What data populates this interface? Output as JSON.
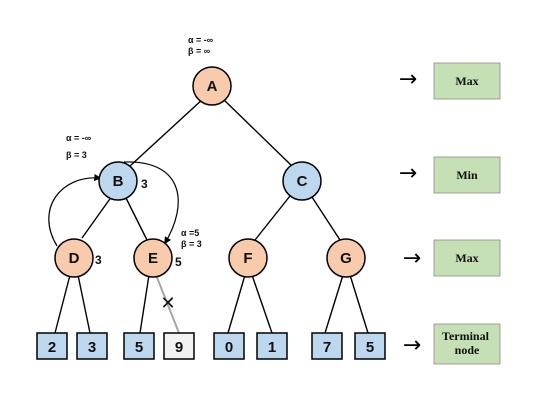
{
  "colors": {
    "max_node": "#f8cbad",
    "min_node": "#bdd7ee",
    "leaf_fill": "#bdd7ee",
    "pruned_leaf_fill": "#f2f2f2",
    "legend_box": "#c5e0b4",
    "pruned_edge": "#a6a6a6"
  },
  "root": {
    "name": "A",
    "alpha": "α = -∞",
    "beta": "β = ∞"
  },
  "min_nodes": [
    {
      "name": "B",
      "value": "3",
      "alpha": "α = -∞",
      "beta": "β = 3"
    },
    {
      "name": "C",
      "value": ""
    }
  ],
  "max_nodes": [
    {
      "name": "D",
      "value": "3"
    },
    {
      "name": "E",
      "value": "5",
      "alpha": "α =5",
      "beta": "β = 3"
    },
    {
      "name": "F",
      "value": ""
    },
    {
      "name": "G",
      "value": ""
    }
  ],
  "leaves": [
    "2",
    "3",
    "5",
    "9",
    "0",
    "1",
    "7",
    "5"
  ],
  "pruned": {
    "leaf_index": 3,
    "mark": "✕"
  },
  "legend": [
    {
      "label": "Max",
      "arrow": "→"
    },
    {
      "label": "Min",
      "arrow": "→"
    },
    {
      "label": "Max",
      "arrow": "→"
    },
    {
      "label": "Terminal node",
      "arrow": "→"
    }
  ]
}
